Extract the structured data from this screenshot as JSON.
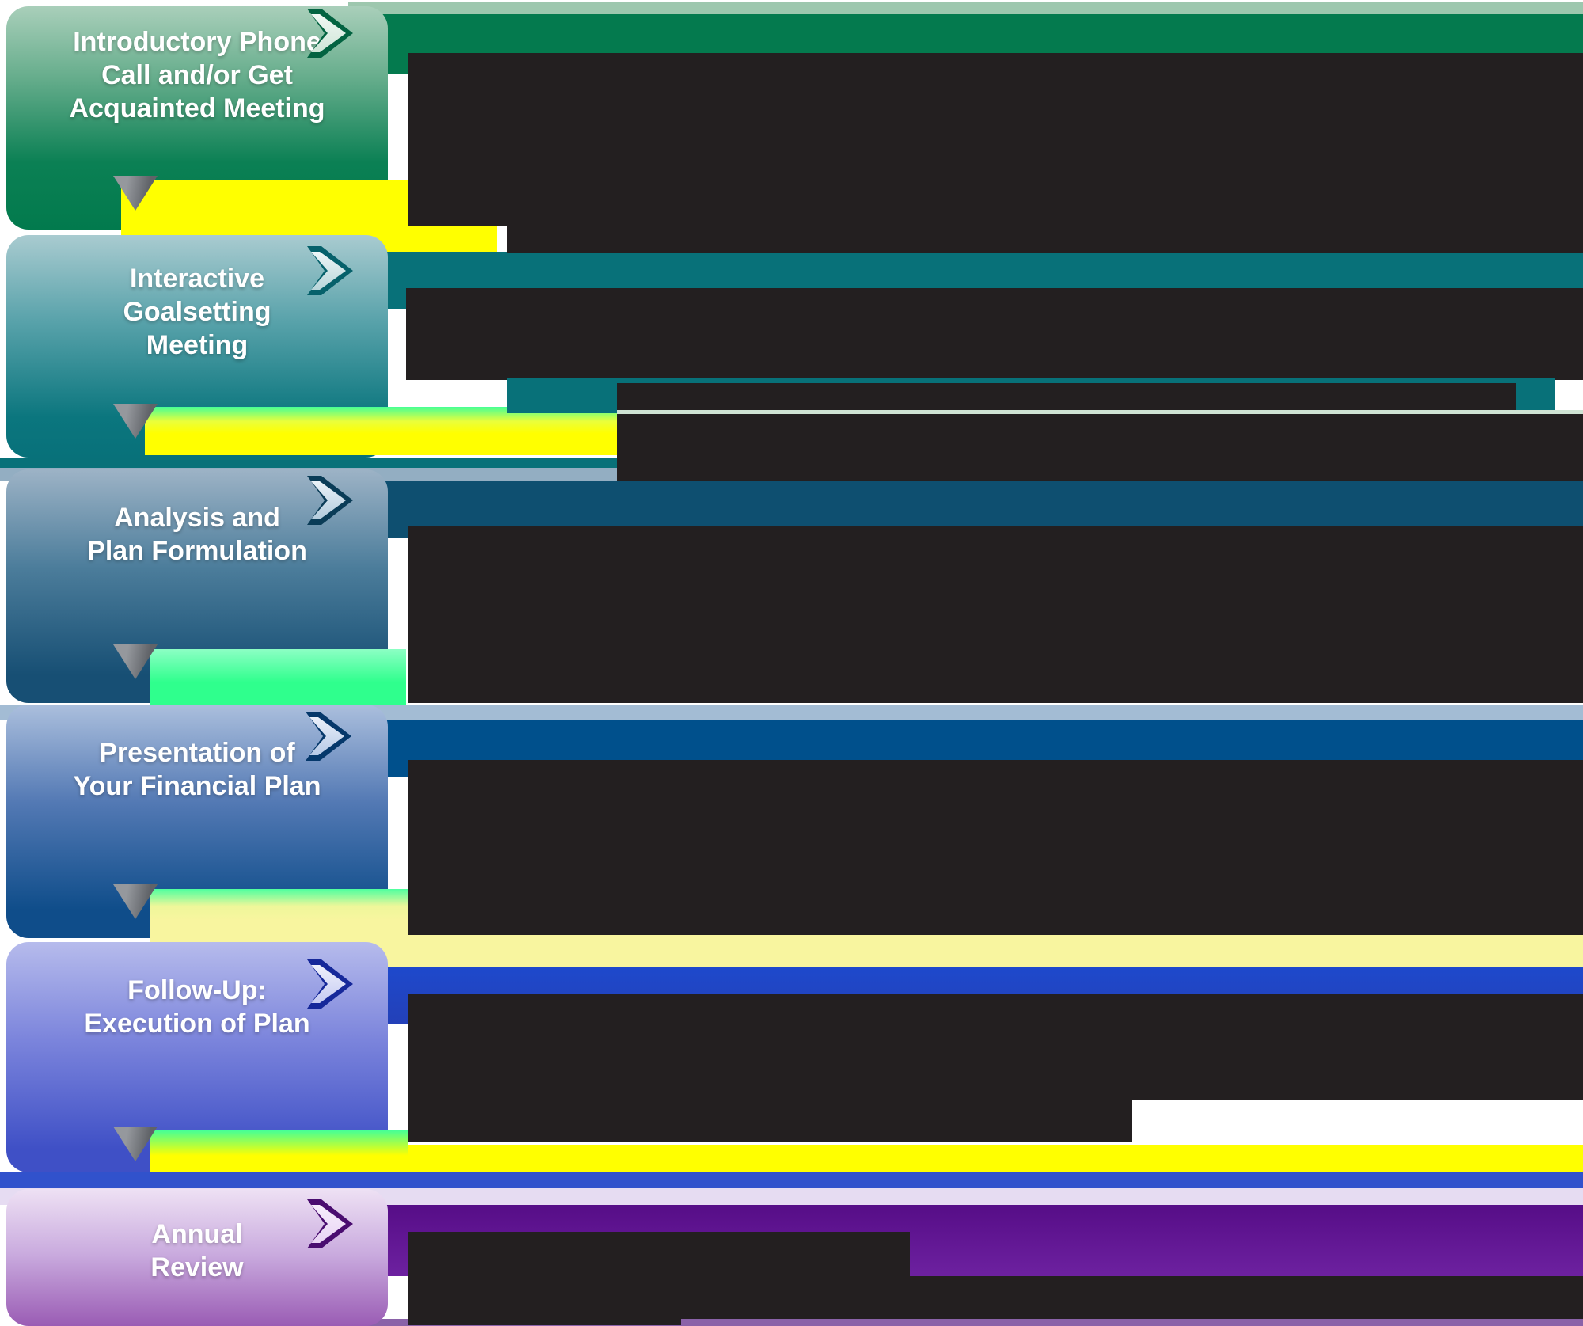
{
  "diagram": {
    "type": "process-flowchart",
    "description_state": "body-paragraph-text-redacted-as-solid-blocks",
    "redaction_color": "#231f20",
    "connector": {
      "icon": "down-triangle-icon",
      "color": "#7a7d82",
      "count": 5
    },
    "stages": [
      {
        "id": "stage-1",
        "label": "Introductory Phone\nCall and/or Get\nAcquainted Meeting",
        "box_top_color": "#a9cfba",
        "box_bottom_color": "#027a4d",
        "bar_color": "#047a4e",
        "bevel_color": "#9dc7ae",
        "arrow_icon": "chevron-right-icon",
        "arrow_outline_color": "#036341",
        "arrow_fill_color": "#cfe6d8"
      },
      {
        "id": "stage-2",
        "label": "Interactive\nGoalsetting\nMeeting",
        "box_top_color": "#a9cbd0",
        "box_bottom_color": "#0b767e",
        "bar_color": "#087179",
        "bevel_color": "#a9cbd0",
        "arrow_icon": "chevron-right-icon",
        "arrow_outline_color": "#06616b",
        "arrow_fill_color": "#b9d6da"
      },
      {
        "id": "stage-3",
        "label": "Analysis and\nPlan Formulation",
        "box_top_color": "#9db3c6",
        "box_bottom_color": "#174f74",
        "bar_color": "#0e4f70",
        "bevel_color": "#93aec2",
        "arrow_icon": "chevron-right-icon",
        "arrow_outline_color": "#0a3c57",
        "arrow_fill_color": "#b3cbdc"
      },
      {
        "id": "stage-4",
        "label": "Presentation of\nYour Financial Plan",
        "box_top_color": "#abbfdd",
        "box_bottom_color": "#0f4d8a",
        "bar_color": "#00508c",
        "bevel_color": "#a3bcd4",
        "arrow_icon": "chevron-right-icon",
        "arrow_outline_color": "#05386b",
        "arrow_fill_color": "#b6c9e6"
      },
      {
        "id": "stage-5",
        "label": "Follow-Up:\nExecution of Plan",
        "box_top_color": "#b6bbec",
        "box_bottom_color": "#3f50c6",
        "bar_color": "#1e49cc",
        "bevel_color": "#f8f59f",
        "arrow_icon": "chevron-right-icon",
        "arrow_outline_color": "#16289a",
        "arrow_fill_color": "#c6cbf2"
      },
      {
        "id": "stage-6",
        "label": "Annual\nReview",
        "box_top_color": "#eee1f4",
        "box_bottom_color": "#9a5cb4",
        "bar_color": "#560d87",
        "bevel_color": "#e6dcf2",
        "arrow_icon": "chevron-right-icon",
        "arrow_outline_color": "#4a0d70",
        "arrow_fill_color": "#e9d4f4"
      }
    ],
    "highlights": [
      {
        "position": "after-stage-1",
        "color": "#ffff00"
      },
      {
        "position": "after-stage-2",
        "top_color": "#46ff96",
        "color": "#ffff00"
      },
      {
        "position": "after-stage-3",
        "top_color": "#8cffc4",
        "color": "#2fff8d"
      },
      {
        "position": "after-stage-4",
        "top_color": "#4fff9f",
        "color": "#f8f59f"
      },
      {
        "position": "after-stage-5",
        "top_color": "#46ff96",
        "color": "#ffff00"
      }
    ],
    "rules": [
      {
        "id": "teal-divider-rule",
        "color": "#087179"
      },
      {
        "id": "stage-2-teal-highlight-row",
        "color": "#087179"
      },
      {
        "id": "stage-2-pale-underline",
        "color": "#cfe3d4"
      },
      {
        "id": "royal-divider-rule",
        "color": "#3152cc"
      },
      {
        "id": "bottom-mauve-rule",
        "color": "#8a62a8"
      }
    ]
  }
}
